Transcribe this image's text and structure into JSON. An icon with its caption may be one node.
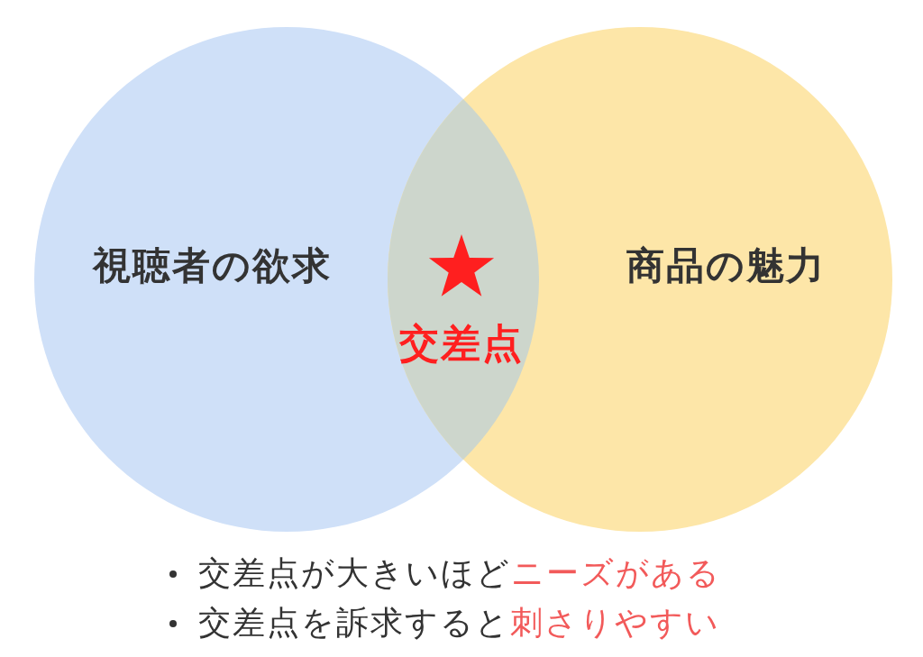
{
  "diagram": {
    "nodes": [
      {
        "text": [
          "視聴者の欲求"
        ]
      },
      {
        "text": [
          "商品の魅力"
        ]
      }
    ],
    "labels": [
      "交差点",
      "交差点が大きいほど**ニーズがある**",
      "交差点を訴求すると**刺さりやすい**"
    ]
  }
}
